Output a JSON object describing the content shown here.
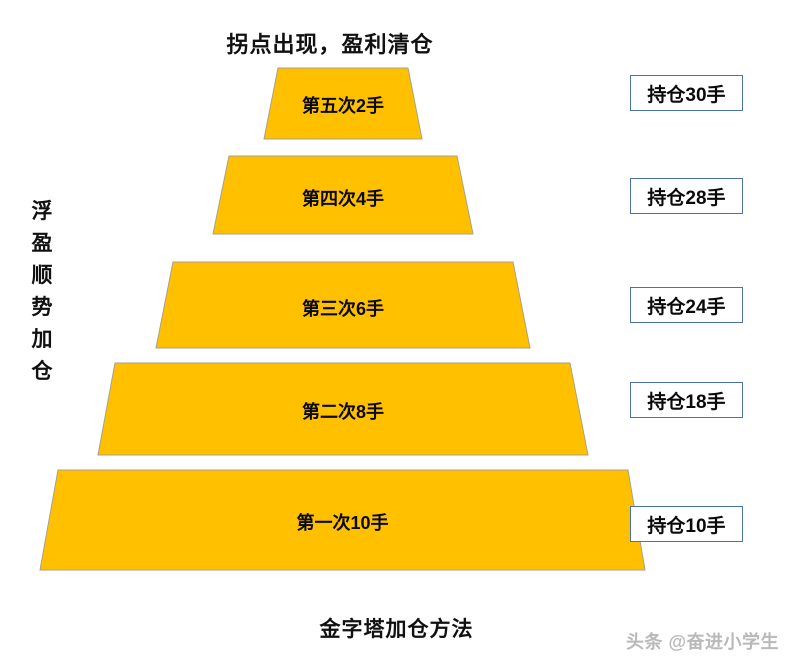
{
  "diagram": {
    "top_title": "拐点出现，盈利清仓",
    "bottom_caption": "金字塔加仓方法",
    "side_label_chars": [
      "浮",
      "盈",
      "顺",
      "势",
      "加",
      "仓"
    ],
    "side_label_text": "浮盈顺势加仓",
    "fill_color": "#FFC000",
    "outline_color": "#A8A087",
    "box_border_color": "#4A72AD",
    "levels": [
      {
        "label": "第五次2手",
        "order": 5,
        "lots": 2,
        "holding_label": "持仓30手",
        "holding": 30
      },
      {
        "label": "第四次4手",
        "order": 4,
        "lots": 4,
        "holding_label": "持仓28手",
        "holding": 28
      },
      {
        "label": "第三次6手",
        "order": 3,
        "lots": 6,
        "holding_label": "持仓24手",
        "holding": 24
      },
      {
        "label": "第二次8手",
        "order": 2,
        "lots": 8,
        "holding_label": "持仓18手",
        "holding": 18
      },
      {
        "label": "第一次10手",
        "order": 1,
        "lots": 10,
        "holding_label": "持仓10手",
        "holding": 10
      }
    ]
  },
  "watermark": {
    "text": "头条 @奋进小学生"
  }
}
